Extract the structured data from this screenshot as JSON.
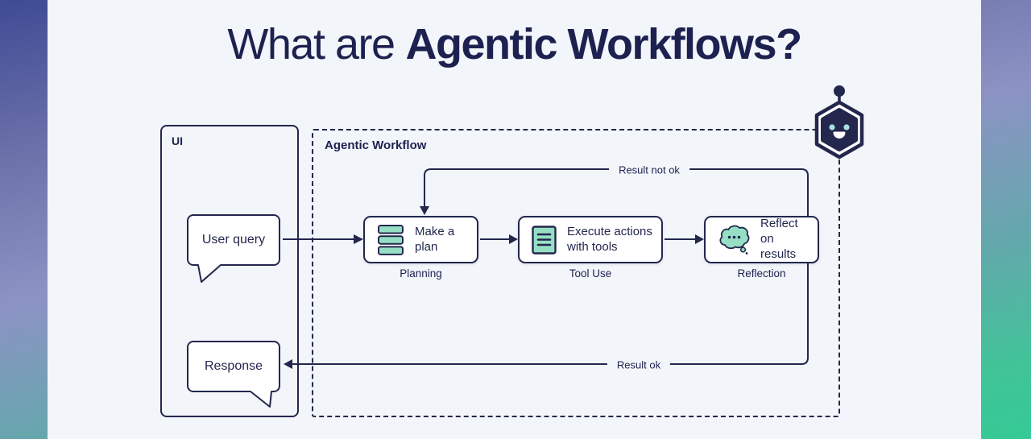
{
  "title": {
    "prefix": "What are",
    "emphasis": "Agentic Workflows?"
  },
  "ui_panel": {
    "label": "UI",
    "user_query_bubble": "User query",
    "response_bubble": "Response"
  },
  "workflow": {
    "label": "Agentic Workflow",
    "steps": [
      {
        "title": "Make a plan",
        "subtitle": "Planning",
        "icon": "stacked-layers-icon"
      },
      {
        "title": "Execute actions with tools",
        "subtitle": "Tool Use",
        "icon": "document-list-icon"
      },
      {
        "title": "Reflect on results",
        "subtitle": "Reflection",
        "icon": "thought-bubble-icon"
      }
    ],
    "edges": {
      "loop_back_label": "Result not ok",
      "success_label": "Result ok"
    },
    "mascot": "robot-hexagon-mascot"
  },
  "colors": {
    "navy": "#23274d",
    "title_navy": "#1d2150",
    "panel_bg": "#f2f5f9",
    "mint": "#96dfc5",
    "robot_eye": "#aadfe4",
    "bg_gradient_top": "#3f4b94",
    "bg_gradient_mid": "#8d92c4",
    "bg_gradient_bottom": "#35ca96"
  }
}
